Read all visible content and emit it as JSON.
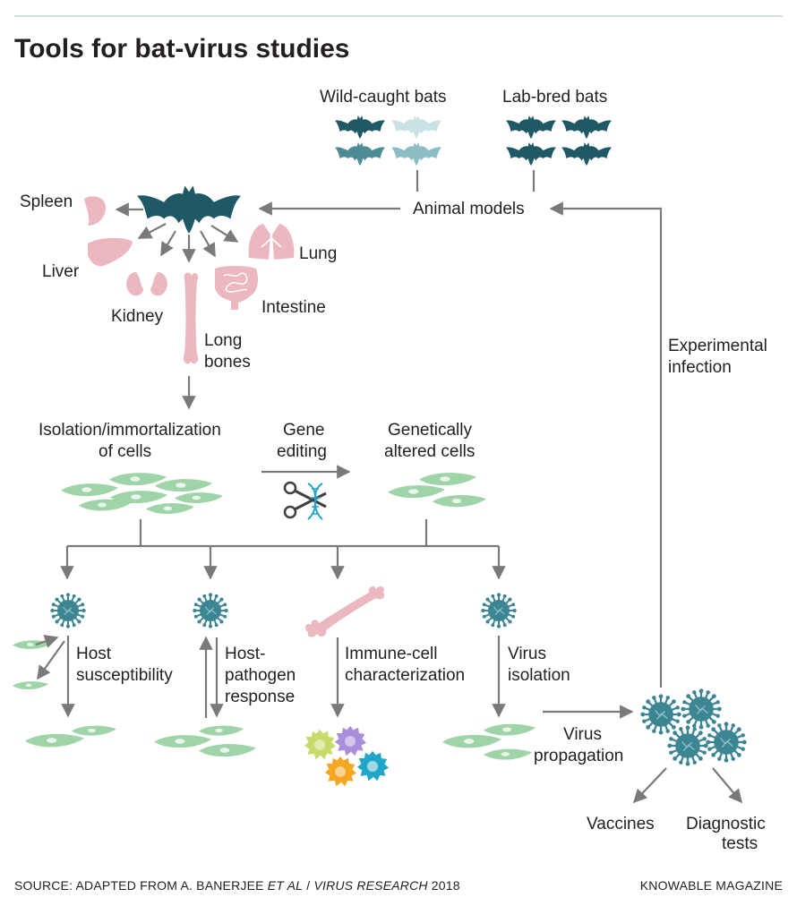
{
  "title": "Tools for bat-virus studies",
  "labels": {
    "wild_caught": "Wild-caught bats",
    "lab_bred": "Lab-bred bats",
    "animal_models": "Animal models",
    "spleen": "Spleen",
    "liver": "Liver",
    "kidney": "Kidney",
    "lung": "Lung",
    "intestine": "Intestine",
    "long_bones_1": "Long",
    "long_bones_2": "bones",
    "isolation_1": "Isolation/immortalization",
    "isolation_2": "of cells",
    "gene_editing_1": "Gene",
    "gene_editing_2": "editing",
    "altered_1": "Genetically",
    "altered_2": "altered cells",
    "experimental_1": "Experimental",
    "experimental_2": "infection",
    "host_susc_1": "Host",
    "host_susc_2": "susceptibility",
    "host_path_1": "Host-",
    "host_path_2": "pathogen",
    "host_path_3": "response",
    "immune_1": "Immune-cell",
    "immune_2": "characterization",
    "virus_iso_1": "Virus",
    "virus_iso_2": "isolation",
    "virus_prop_1": "Virus",
    "virus_prop_2": "propagation",
    "vaccines": "Vaccines",
    "diagnostic_1": "Diagnostic",
    "diagnostic_2": "tests"
  },
  "source": {
    "prefix": "SOURCE: ADAPTED FROM A. BANERJEE ",
    "etal": "ET AL",
    "sep": " / ",
    "journal": "VIRUS RESEARCH",
    "year": " 2018"
  },
  "publisher": "KNOWABLE MAGAZINE",
  "colors": {
    "bat_dark": "#1f5966",
    "bat_mid": "#4d8c95",
    "bat_light": "#8bbdc2",
    "bat_pale": "#c9e2e3",
    "organ_pink": "#eab8be",
    "cell_green": "#9fd3a8",
    "virus_teal": "#3c8593",
    "arrow_gray": "#7a7a7a",
    "immune_lime": "#c9d96a",
    "immune_purple": "#a98fd9",
    "immune_orange": "#f5a623",
    "immune_cyan": "#1fa6c9"
  }
}
